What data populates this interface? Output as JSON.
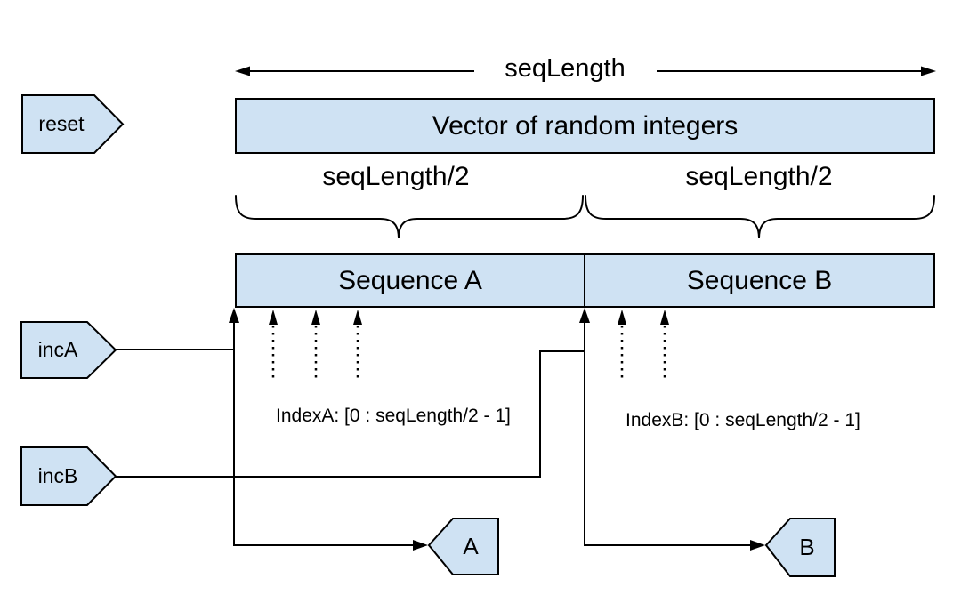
{
  "diagram": {
    "labels": {
      "seq_length": "seqLength",
      "vector": "Vector of random integers",
      "half_left": "seqLength/2",
      "half_right": "seqLength/2",
      "seq_a": "Sequence A",
      "seq_b": "Sequence B",
      "index_a": "IndexA: [0 : seqLength/2 - 1]",
      "index_b": "IndexB: [0 : seqLength/2 - 1]"
    },
    "ports": {
      "reset": "reset",
      "inc_a": "incA",
      "inc_b": "incB",
      "out_a": "A",
      "out_b": "B"
    },
    "colors": {
      "shape_fill": "#cfe2f3",
      "shape_border": "#000000",
      "line": "#000000",
      "background": "#ffffff"
    }
  }
}
